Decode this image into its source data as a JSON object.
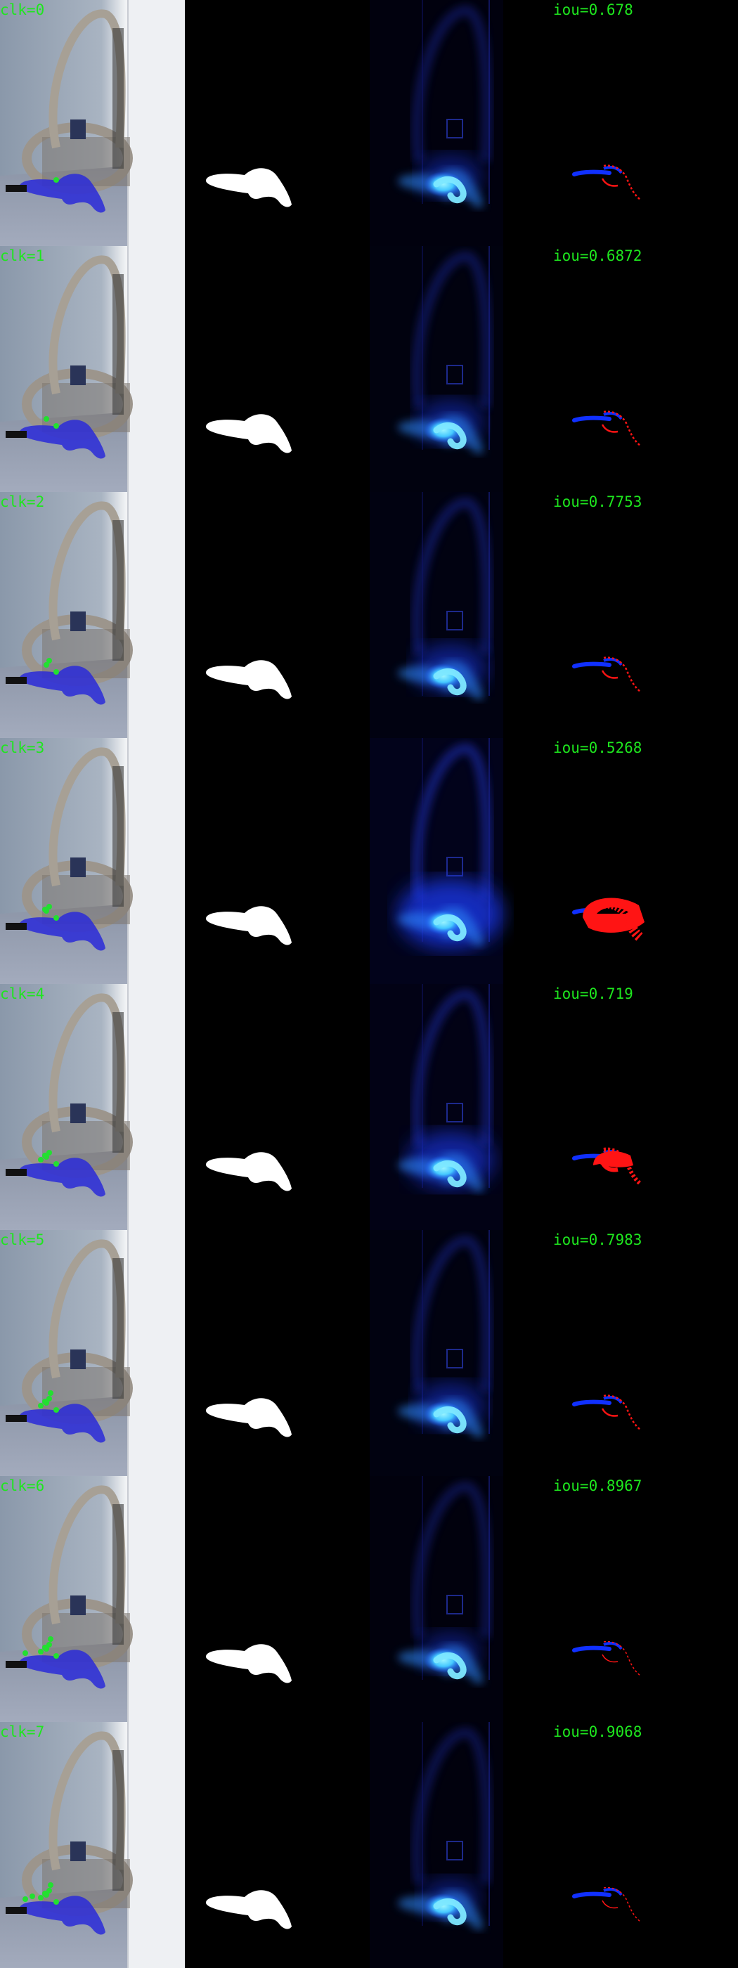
{
  "colors": {
    "label_text": "#1ee61e",
    "click_marker": "#22e030",
    "overlay_mask": "#2a2ad8",
    "heatmap_core": "#7ee8ff",
    "false_negative": "#1030ff",
    "false_positive": "#ff1414"
  },
  "rows": [
    {
      "click_label": "clk=0",
      "iou_label": "iou=0.678",
      "clicks": 1,
      "heat": 0.35,
      "red": "small"
    },
    {
      "click_label": "clk=1",
      "iou_label": "iou=0.6872",
      "clicks": 2,
      "heat": 0.4,
      "red": "small"
    },
    {
      "click_label": "clk=2",
      "iou_label": "iou=0.7753",
      "clicks": 3,
      "heat": 0.5,
      "red": "small"
    },
    {
      "click_label": "clk=3",
      "iou_label": "iou=0.5268",
      "clicks": 4,
      "heat": 1.0,
      "red": "large"
    },
    {
      "click_label": "clk=4",
      "iou_label": "iou=0.719",
      "clicks": 5,
      "heat": 0.7,
      "red": "medium"
    },
    {
      "click_label": "clk=5",
      "iou_label": "iou=0.7983",
      "clicks": 6,
      "heat": 0.45,
      "red": "small"
    },
    {
      "click_label": "clk=6",
      "iou_label": "iou=0.8967",
      "clicks": 7,
      "heat": 0.3,
      "red": "tiny"
    },
    {
      "click_label": "clk=7",
      "iou_label": "iou=0.9068",
      "clicks": 8,
      "heat": 0.28,
      "red": "tiny"
    }
  ]
}
